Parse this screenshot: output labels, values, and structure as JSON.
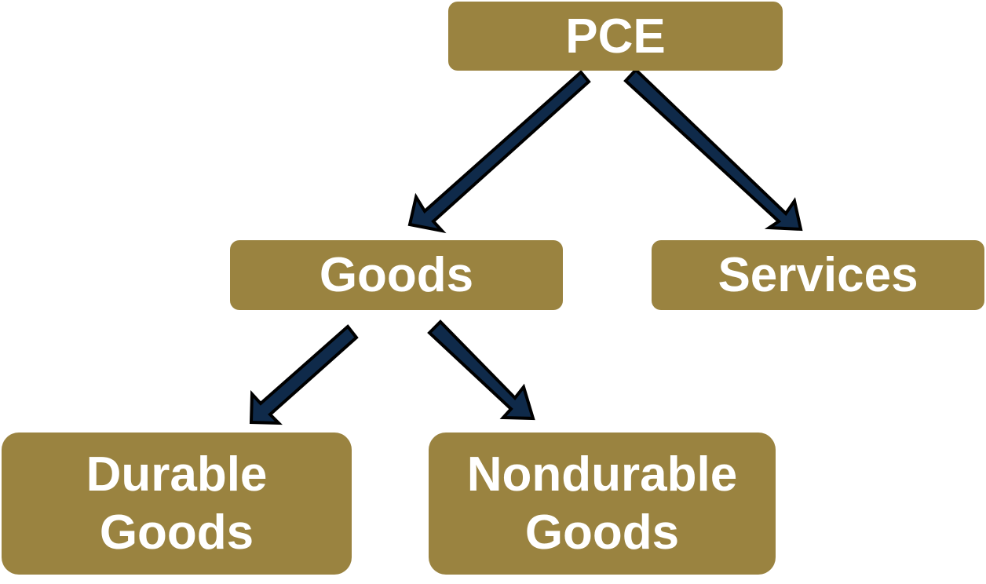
{
  "diagram": {
    "nodes": [
      {
        "id": "pce",
        "label": "PCE"
      },
      {
        "id": "goods",
        "label": "Goods"
      },
      {
        "id": "services",
        "label": "Services"
      },
      {
        "id": "durable",
        "label": "Durable\nGoods"
      },
      {
        "id": "nondurable",
        "label": "Nondurable\nGoods"
      }
    ],
    "edges": [
      {
        "from": "pce",
        "to": "goods"
      },
      {
        "from": "pce",
        "to": "services"
      },
      {
        "from": "goods",
        "to": "durable"
      },
      {
        "from": "goods",
        "to": "nondurable"
      }
    ],
    "colors": {
      "node_fill": "#9a8340",
      "node_text": "#ffffff",
      "arrow_fill": "#0f2a4a",
      "arrow_outline": "#000000"
    }
  }
}
